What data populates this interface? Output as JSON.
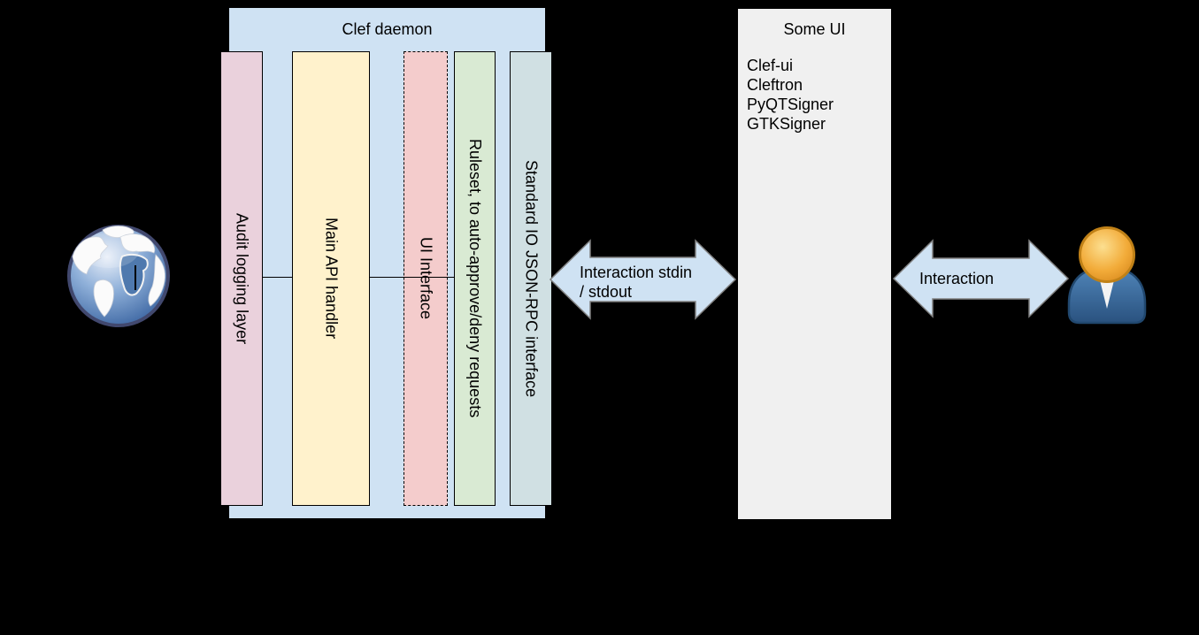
{
  "diagram": {
    "clef_daemon": {
      "title": "Clef daemon",
      "fill": "#cfe2f3",
      "layers": [
        {
          "label": "Audit logging layer",
          "fill": "#ead1dc",
          "border_style": "solid"
        },
        {
          "label": "Main API handler",
          "fill": "#fff2cc",
          "border_style": "solid"
        },
        {
          "label": "UI Interface",
          "fill": "#f4cccc",
          "border_style": "dashed"
        },
        {
          "label": "Ruleset, to auto-approve/deny requests",
          "fill": "#d9ead3",
          "border_style": "solid"
        },
        {
          "label": "Standard IO JSON-RPC interface",
          "fill": "#d0e0e3",
          "border_style": "solid"
        }
      ]
    },
    "some_ui": {
      "title": "Some UI",
      "fill": "#f0f0f0",
      "implementations": [
        "Clef-ui",
        "Cleftron",
        "PyQTSigner",
        "GTKSigner"
      ]
    },
    "connectors": {
      "stdio_arrow": {
        "lines": [
          "Interaction stdin",
          "/ stdout"
        ],
        "fill": "#cfe2f3",
        "stroke": "#808080"
      },
      "user_arrow": {
        "label": "Interaction",
        "fill": "#cfe2f3",
        "stroke": "#808080"
      }
    },
    "icons": {
      "left": "internet-globe-icon",
      "right": "user-person-icon"
    }
  }
}
